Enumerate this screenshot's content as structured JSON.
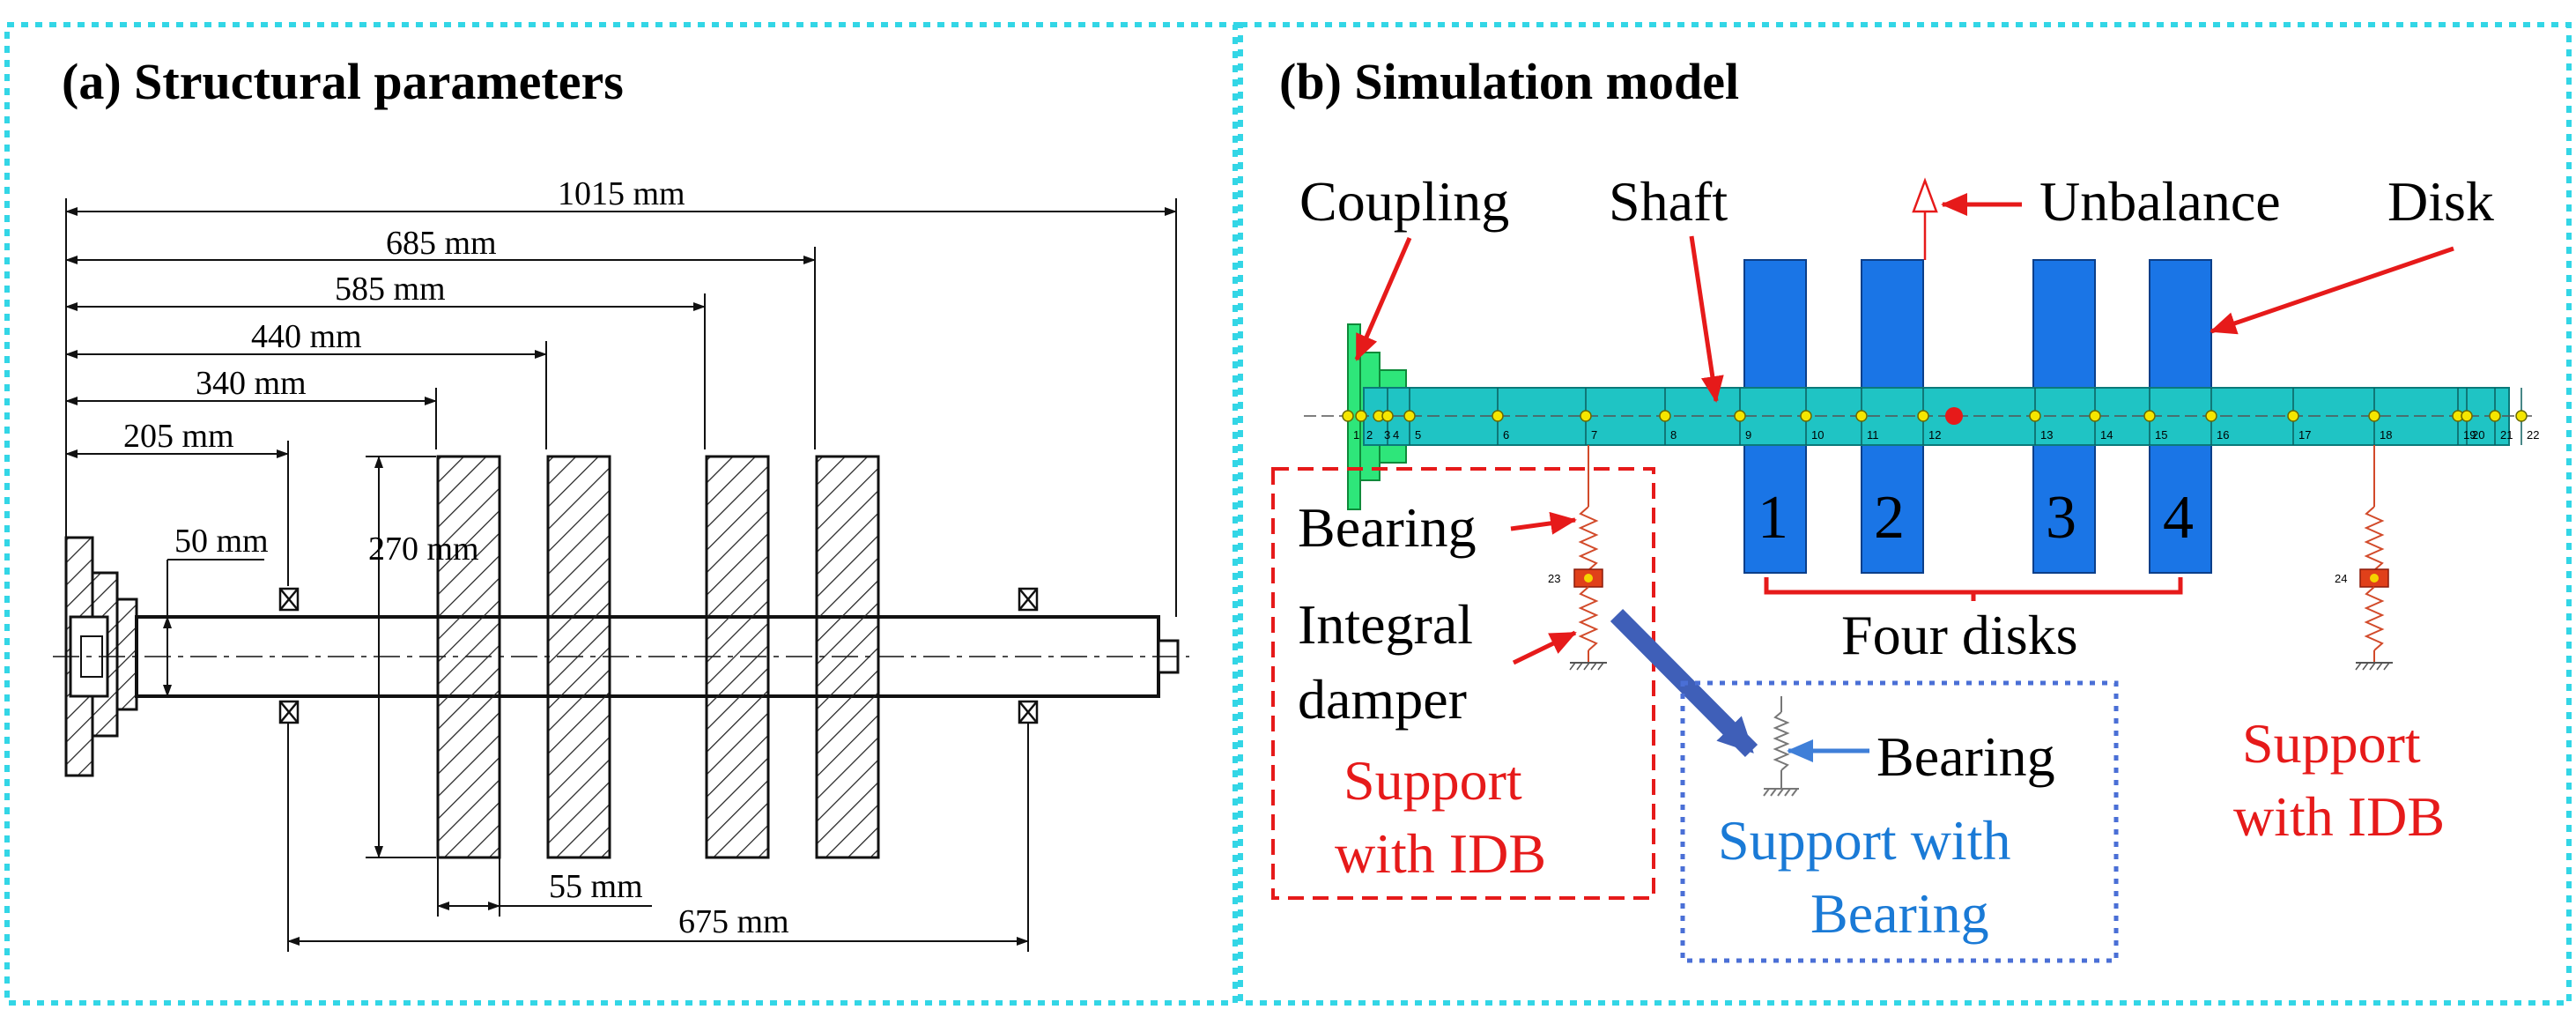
{
  "panel_a": {
    "title": "(a) Structural parameters",
    "dims": {
      "d1015": "1015 mm",
      "d685": "685 mm",
      "d585": "585 mm",
      "d440": "440 mm",
      "d340": "340 mm",
      "d205": "205 mm",
      "d50": "50 mm",
      "d270": "270 mm",
      "d55": "55 mm",
      "d675": "675 mm"
    }
  },
  "panel_b": {
    "title": "(b) Simulation model",
    "labels": {
      "coupling": "Coupling",
      "shaft": "Shaft",
      "unbalance": "Unbalance",
      "disk": "Disk",
      "bearing_left": "Bearing",
      "integral": "Integral",
      "damper": "damper",
      "four_disks": "Four disks",
      "bearing_inset": "Bearing",
      "support_idb_left_1": "Support",
      "support_idb_left_2": "with IDB",
      "support_bearing_1": "Support with",
      "support_bearing_2": "Bearing",
      "support_idb_right_1": "Support",
      "support_idb_right_2": "with IDB"
    },
    "disk_numbers": [
      "1",
      "2",
      "3",
      "4"
    ],
    "node_numbers": [
      "1",
      "2",
      "3",
      "4",
      "5",
      "6",
      "7",
      "8",
      "9",
      "10",
      "11",
      "12",
      "13",
      "14",
      "15",
      "16",
      "17",
      "18",
      "19",
      "20",
      "21",
      "22"
    ],
    "support_node_left": "23",
    "support_node_right": "24"
  },
  "colors": {
    "frame": "#33d6e6",
    "shaft": "#1fc4c4",
    "disk": "#1a75e6",
    "coupling": "#2ee67a",
    "annotation_red": "#e61a1a",
    "annotation_blue": "#1a7ad6",
    "inset_border": "#4a6fd6",
    "spring": "#d24a2a"
  }
}
